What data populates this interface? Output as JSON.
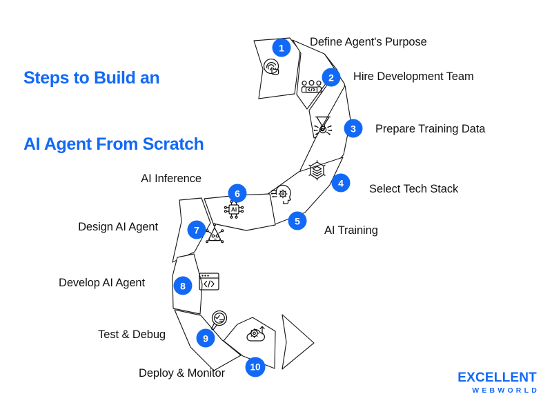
{
  "title": {
    "line1": "Steps to Build an",
    "line2": "AI Agent From Scratch",
    "color": "#1269F5"
  },
  "theme": {
    "accent_blue": "#1269F5",
    "outline": "#1a1a1a",
    "background": "#ffffff",
    "label_color": "#111111"
  },
  "steps": [
    {
      "number": "1",
      "label": "Define Agent's Purpose",
      "icon": "fingerprint-touch-icon",
      "side": "right"
    },
    {
      "number": "2",
      "label": "Hire Development Team",
      "icon": "team-code-icon",
      "side": "right"
    },
    {
      "number": "3",
      "label": "Prepare Training Data",
      "icon": "data-funnel-icon",
      "side": "right"
    },
    {
      "number": "4",
      "label": "Select Tech Stack",
      "icon": "layers-stack-icon",
      "side": "right"
    },
    {
      "number": "5",
      "label": "AI Training",
      "icon": "head-gear-icon",
      "side": "right"
    },
    {
      "number": "6",
      "label": "AI Inference",
      "icon": "ai-chip-icon",
      "side": "left"
    },
    {
      "number": "7",
      "label": "Design AI Agent",
      "icon": "robot-design-icon",
      "side": "left"
    },
    {
      "number": "8",
      "label": "Develop AI Agent",
      "icon": "code-window-icon",
      "side": "left"
    },
    {
      "number": "9",
      "label": "Test & Debug",
      "icon": "magnifier-check-icon",
      "side": "left"
    },
    {
      "number": "10",
      "label": "Deploy & Monitor",
      "icon": "cloud-gear-upload-icon",
      "side": "left"
    }
  ],
  "logo": {
    "main": "EXCELLENT",
    "sub": "WEBWORLD"
  }
}
